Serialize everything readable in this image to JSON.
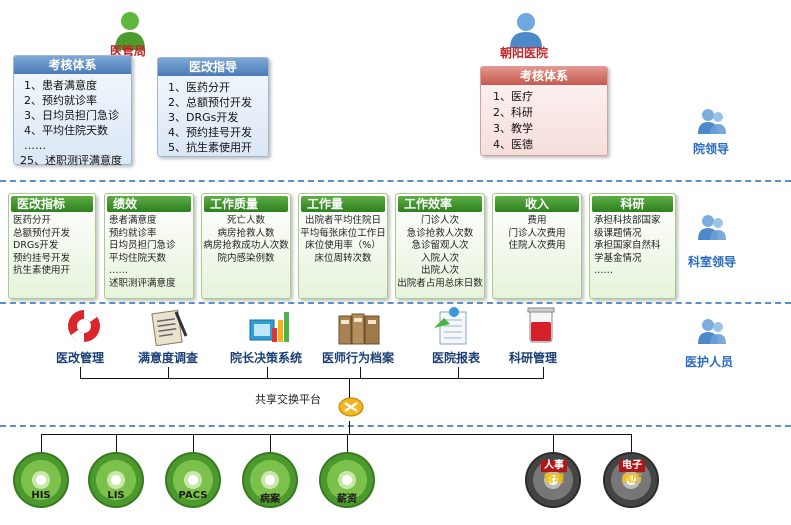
{
  "top": {
    "yiguanju": {
      "label": "医管局"
    },
    "chaoyang": {
      "label": "朝阳医院"
    },
    "box_kaohe": {
      "title": "考核体系",
      "items": [
        "1、患者满意度",
        "2、预约就诊率",
        "3、日均员担门急诊",
        "4、平均住院天数",
        "……",
        "25、述职测评满意度"
      ]
    },
    "box_yigai": {
      "title": "医改指导",
      "items": [
        "1、医药分开",
        "2、总额预付开发",
        "3、DRGs开发",
        "4、预约挂号开发",
        "5、抗生素使用开"
      ]
    },
    "box_hospital": {
      "title": "考核体系",
      "items": [
        "1、医疗",
        "2、科研",
        "3、教学",
        "4、医德"
      ]
    }
  },
  "roles": {
    "leader": "院领导",
    "dept": "科室领导",
    "staff": "医护人员"
  },
  "dept_boxes": [
    {
      "title": "医改指标",
      "items": [
        "医药分开",
        "总额预付开发",
        "DRGs开发",
        "预约挂号开发",
        "抗生素使用开"
      ]
    },
    {
      "title": "绩效",
      "items": [
        "患者满意度",
        "预约就诊率",
        "日均员担门急诊",
        "平均住院天数",
        "……",
        "述职测评满意度"
      ]
    },
    {
      "title": "工作质量",
      "items": [
        "死亡人数",
        "病房抢救人数",
        "病房抢救成功人次数",
        "院内感染例数"
      ]
    },
    {
      "title": "工作量",
      "items": [
        "出院者平均住院日",
        "平均每张床位工作日",
        "床位使用率（%）",
        "床位周转次数"
      ]
    },
    {
      "title": "工作效率",
      "items": [
        "门诊人次",
        "急诊抢救人次数",
        "急诊留观人次",
        "入院人次",
        "出院人次",
        "出院者占用总床日数"
      ]
    },
    {
      "title": "收入",
      "items": [
        "费用",
        "门诊人次费用",
        "住院人次费用"
      ]
    },
    {
      "title": "科研",
      "items": [
        "承担科技部国家",
        "级课题情况",
        "承担国家自然科",
        "学基金情况",
        "……"
      ]
    }
  ],
  "systems": [
    "医改管理",
    "满意度调查",
    "院长决策系统",
    "医师行为档案",
    "医院报表",
    "科研管理"
  ],
  "platform": {
    "label": "共享交换平台"
  },
  "discs_green": [
    "HIS",
    "LIS",
    "PACS",
    "病案",
    "薪资"
  ],
  "discs_dark": [
    {
      "line1": "人事",
      "line2": "管理"
    },
    {
      "line1": "电子",
      "line2": "病历"
    }
  ],
  "colors": {
    "role_blue": "#2a6bbf",
    "dash_blue": "#5b8fc9",
    "green_head": "#3f8f2c",
    "red_head": "#c55a4f"
  }
}
